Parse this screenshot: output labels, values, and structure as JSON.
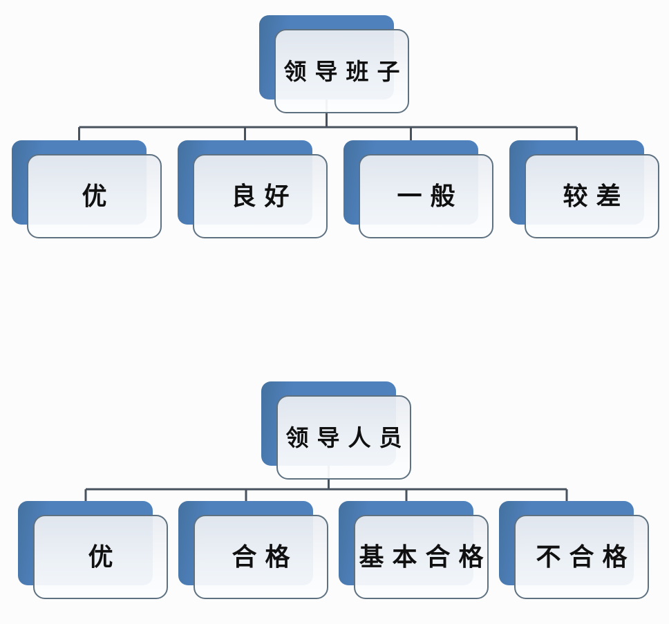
{
  "diagram_type": "org-tree",
  "colors": {
    "page_bg": "#fcfcfd",
    "node_blue": "#4f81bd",
    "node_blue_dark": "#44719f",
    "box_border": "#5e7181",
    "line_color": "#47525e",
    "text_color": "#101010"
  },
  "charts": [
    {
      "root": {
        "label": "领导班子"
      },
      "children": [
        {
          "label": "优"
        },
        {
          "label": "良好"
        },
        {
          "label": "一般"
        },
        {
          "label": "较差"
        }
      ]
    },
    {
      "root": {
        "label": "领导人员"
      },
      "children": [
        {
          "label": "优"
        },
        {
          "label": "合格"
        },
        {
          "label": "基本合格"
        },
        {
          "label": "不合格"
        }
      ]
    }
  ]
}
